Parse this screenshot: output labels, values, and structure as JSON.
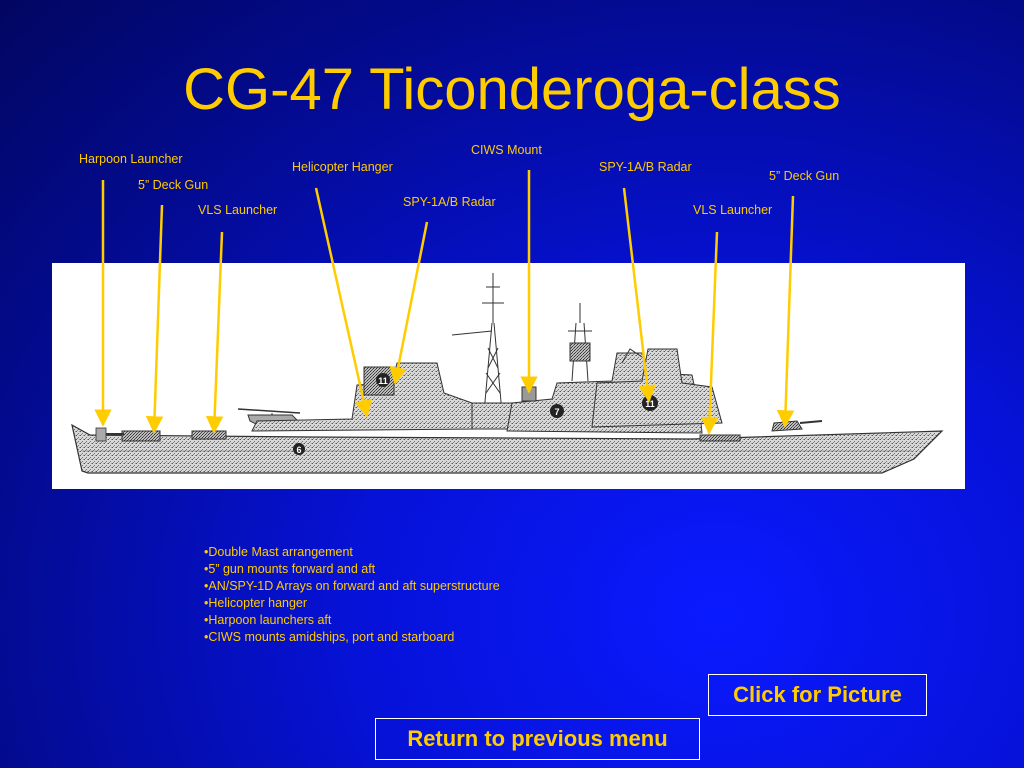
{
  "slide": {
    "title": "CG-47 Ticonderoga-class"
  },
  "callouts": {
    "harpoon_launcher": "Harpoon Launcher",
    "deck_gun_aft": "5” Deck Gun",
    "vls_launcher_aft": "VLS Launcher",
    "helicopter_hanger": "Helicopter Hanger",
    "spy_radar_aft": "SPY-1A/B Radar",
    "ciws_mount": "CIWS Mount",
    "spy_radar_forward": "SPY-1A/B Radar",
    "vls_launcher_forward": "VLS Launcher",
    "deck_gun_forward": "5” Deck Gun"
  },
  "ship": {
    "hull_number_aft": "6",
    "hull_number_mid": "7",
    "hull_number_aft_superstructure": "11",
    "hull_number_fwd_superstructure": "11"
  },
  "bullets": [
    "•Double Mast arrangement",
    "•5” gun mounts forward and aft",
    "•AN/SPY-1D Arrays on forward and aft superstructure",
    "•Helicopter hanger",
    "•Harpoon launchers aft",
    "•CIWS mounts amidships, port and starboard"
  ],
  "buttons": {
    "click_for_picture": "Click for Picture",
    "return_to_menu": "Return to previous menu"
  },
  "colors": {
    "text": "#ffcc00",
    "background": "#0612d8",
    "leader_line": "#ffcc00",
    "button_border": "#ffffff"
  }
}
